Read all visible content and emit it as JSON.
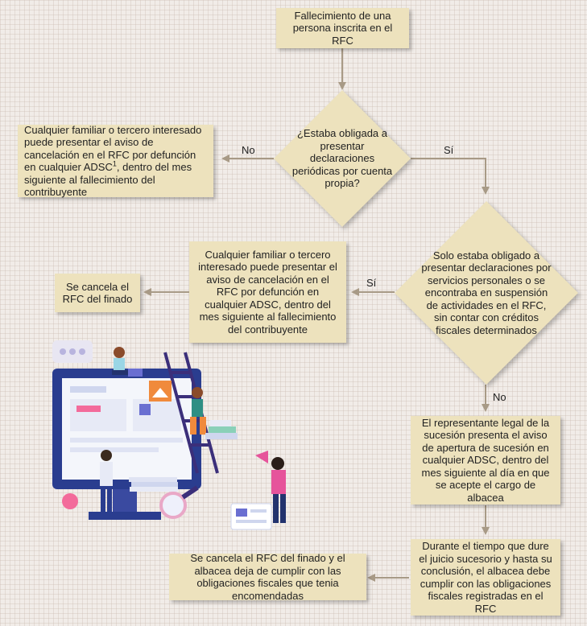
{
  "nodes": {
    "start": "Fallecimiento de una persona inscrita en el RFC",
    "q1": "¿Estaba obligada a presentar declaraciones periódicas por cuenta propia?",
    "no1": "Cualquier familiar o tercero interesado puede presentar el aviso de cancelación en el RFC por defunción en cualquier ADSC",
    "no1_sup": "1",
    "no1_tail": ", dentro del mes siguiente al fallecimiento del contribuyente",
    "q2": "Solo estaba obligado a presentar declaraciones por servicios personales o se encontraba en suspensión de actividades en el RFC, sin contar con créditos fiscales determinados",
    "yes2": "Cualquier familiar o tercero interesado puede presentar el aviso de cancelación en el RFC por defunción en cualquier ADSC, dentro del mes siguiente al fallecimiento del contribuyente",
    "end1": "Se cancela el RFC del finado",
    "no2": "El representante legal de la sucesión presenta el aviso de apertura de sucesión  en cualquier ADSC, dentro del mes siguiente al día en que se acepte el cargo de albacea",
    "during": "Durante el tiempo que dure el juicio sucesorio y hasta su conclusión, el albacea debe cumplir con las obligaciones fiscales registradas en el RFC",
    "end2": "Se cancela el RFC del finado y el albacea deja de cumplir con las obligaciones fiscales que tenia encomendadas"
  },
  "edge_labels": {
    "q1_no": "No",
    "q1_yes": "Sí",
    "q2_yes": "Sí",
    "q2_no": "No"
  },
  "colors": {
    "box": "#ede2bd",
    "arrow": "#a89a86",
    "background": "#f1ece8"
  }
}
